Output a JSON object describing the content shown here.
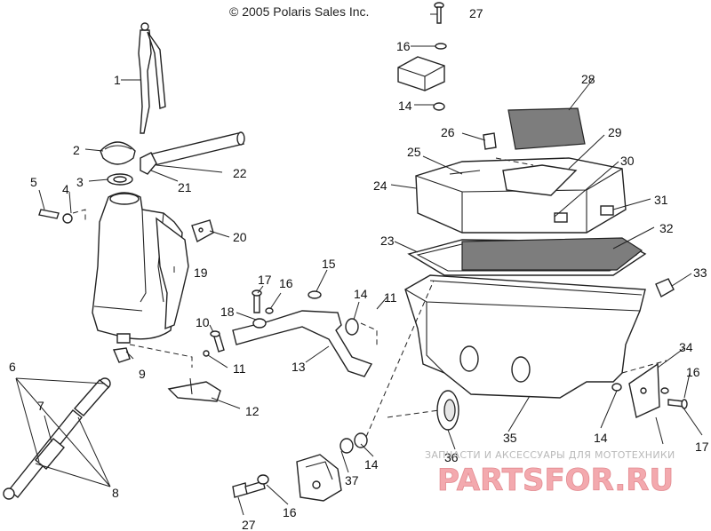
{
  "copyright": "© 2005 Polaris Sales Inc.",
  "callouts": [
    {
      "id": "c1",
      "text": "1"
    },
    {
      "id": "c2",
      "text": "2"
    },
    {
      "id": "c3",
      "text": "3"
    },
    {
      "id": "c4",
      "text": "4"
    },
    {
      "id": "c5",
      "text": "5"
    },
    {
      "id": "c6",
      "text": "6"
    },
    {
      "id": "c7",
      "text": "7"
    },
    {
      "id": "c8",
      "text": "8"
    },
    {
      "id": "c9",
      "text": "9"
    },
    {
      "id": "c10",
      "text": "10"
    },
    {
      "id": "c11a",
      "text": "11"
    },
    {
      "id": "c11b",
      "text": "11"
    },
    {
      "id": "c12",
      "text": "12"
    },
    {
      "id": "c13",
      "text": "13"
    },
    {
      "id": "c14a",
      "text": "14"
    },
    {
      "id": "c14b",
      "text": "14"
    },
    {
      "id": "c14c",
      "text": "14"
    },
    {
      "id": "c14d",
      "text": "14"
    },
    {
      "id": "c15",
      "text": "15"
    },
    {
      "id": "c16a",
      "text": "16"
    },
    {
      "id": "c16b",
      "text": "16"
    },
    {
      "id": "c16c",
      "text": "16"
    },
    {
      "id": "c16d",
      "text": "16"
    },
    {
      "id": "c17a",
      "text": "17"
    },
    {
      "id": "c17b",
      "text": "17"
    },
    {
      "id": "c18",
      "text": "18"
    },
    {
      "id": "c19",
      "text": "19"
    },
    {
      "id": "c20",
      "text": "20"
    },
    {
      "id": "c21",
      "text": "21"
    },
    {
      "id": "c22",
      "text": "22"
    },
    {
      "id": "c23",
      "text": "23"
    },
    {
      "id": "c24",
      "text": "24"
    },
    {
      "id": "c25",
      "text": "25"
    },
    {
      "id": "c26",
      "text": "26"
    },
    {
      "id": "c27a",
      "text": "27"
    },
    {
      "id": "c27b",
      "text": "27"
    },
    {
      "id": "c28",
      "text": "28"
    },
    {
      "id": "c29",
      "text": "29"
    },
    {
      "id": "c30",
      "text": "30"
    },
    {
      "id": "c31",
      "text": "31"
    },
    {
      "id": "c32",
      "text": "32"
    },
    {
      "id": "c33",
      "text": "33"
    },
    {
      "id": "c34",
      "text": "34"
    },
    {
      "id": "c35",
      "text": "35"
    },
    {
      "id": "c36",
      "text": "36"
    },
    {
      "id": "c37",
      "text": "37"
    }
  ],
  "watermark": {
    "tagline": "ЗАПЧАСТИ И АКСЕССУАРЫ ДЛЯ МОТОТЕХНИКИ",
    "logo": "PARTSFOR.RU"
  }
}
